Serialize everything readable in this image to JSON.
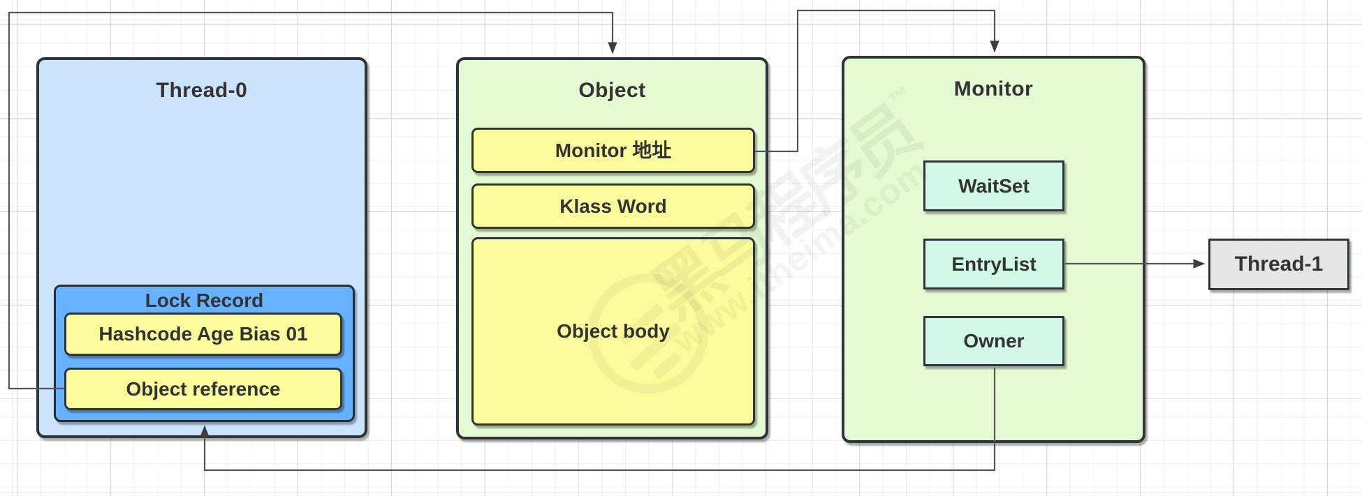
{
  "thread0": {
    "title": "Thread-0"
  },
  "lock_record": {
    "title": "Lock Record",
    "hashcode": "Hashcode Age Bias 01",
    "object_reference": "Object reference"
  },
  "object": {
    "title": "Object",
    "monitor_address": "Monitor 地址",
    "klass_word": "Klass Word",
    "object_body": "Object body"
  },
  "monitor": {
    "title": "Monitor",
    "wait_set": "WaitSet",
    "entry_list": "EntryList",
    "owner": "Owner"
  },
  "thread1": {
    "title": "Thread-1"
  },
  "watermark": {
    "brand": "黑马程序员",
    "tm": "™",
    "url": "www.itheima.com"
  },
  "edges": [
    {
      "from": "Object reference",
      "to": "Object"
    },
    {
      "from": "Monitor 地址",
      "to": "Monitor"
    },
    {
      "from": "EntryList",
      "to": "Thread-1"
    },
    {
      "from": "Owner",
      "to": "Lock Record"
    }
  ],
  "colors": {
    "thread0_fill": "#cbe3fb",
    "lock_record_fill": "#66b2ff",
    "field_yellow_fill": "#fbfb9b",
    "container_green_fill": "#e4fad2",
    "field_cyan_fill": "#d2f8ea",
    "thread1_fill": "#e5e5e5",
    "border": "#2f3438",
    "connector": "#545454",
    "text": "#333333"
  }
}
